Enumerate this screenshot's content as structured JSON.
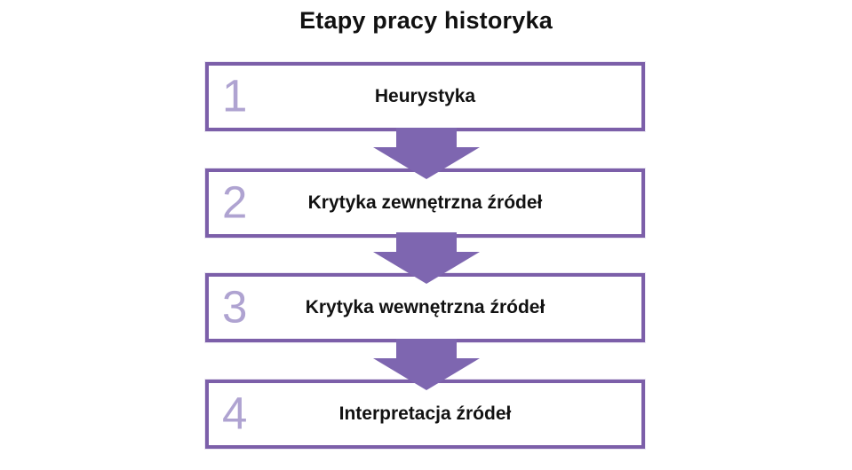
{
  "title": "Etapy pracy historyka",
  "colors": {
    "box_border": "#7C5FA9",
    "arrow_fill": "#7E66B0",
    "number_color": "#AFA3D1",
    "text_color": "#121212"
  },
  "stages": [
    {
      "number": "1",
      "label": "Heurystyka"
    },
    {
      "number": "2",
      "label": "Krytyka zewnętrzna źródeł"
    },
    {
      "number": "3",
      "label": "Krytyka wewnętrzna źródeł"
    },
    {
      "number": "4",
      "label": "Interpretacja źródeł"
    }
  ]
}
